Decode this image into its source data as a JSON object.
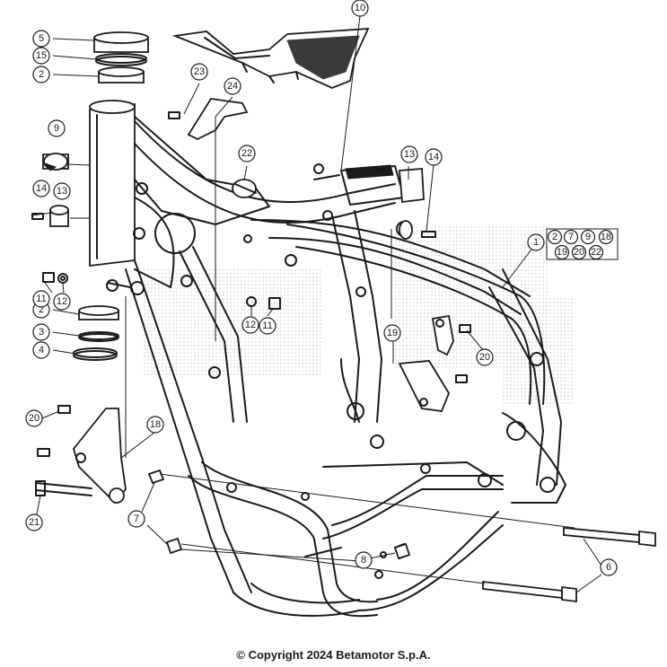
{
  "callouts": [
    "1",
    "2",
    "3",
    "4",
    "5",
    "6",
    "7",
    "8",
    "9",
    "10",
    "11",
    "12",
    "13",
    "14",
    "15",
    "18",
    "19",
    "20",
    "21",
    "22",
    "23",
    "24"
  ],
  "kit_labels": [
    "2",
    "7",
    "9",
    "18",
    "19",
    "20",
    "22"
  ],
  "copyright": "© Copyright 2024 Betamotor S.p.A."
}
